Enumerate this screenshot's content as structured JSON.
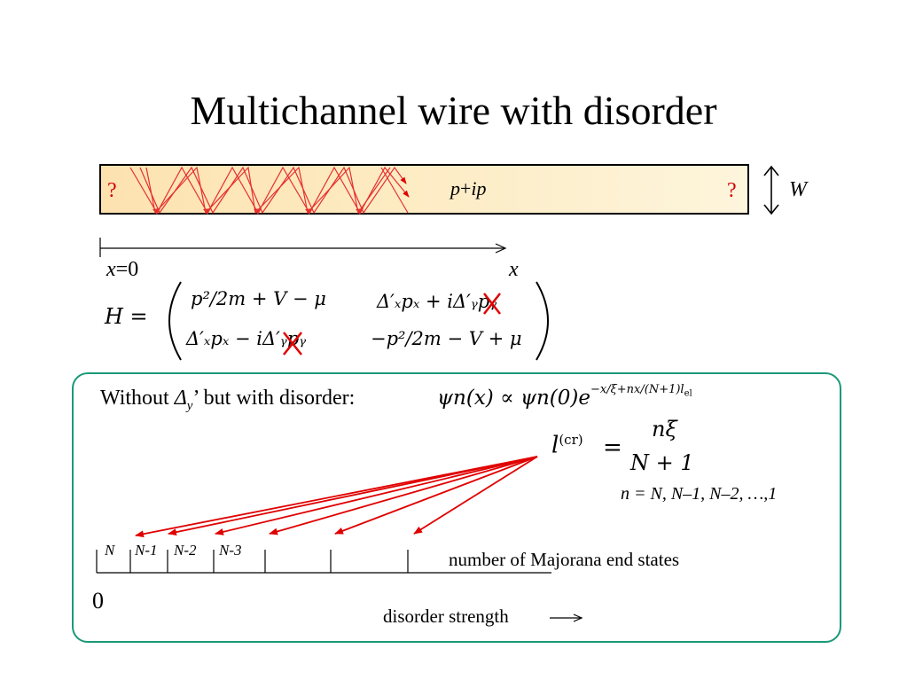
{
  "title": "Multichannel wire with disorder",
  "wire": {
    "left_mark": "?",
    "right_mark": "?",
    "label_p": "p",
    "label_plus": "+",
    "label_ip": "ip",
    "width_label": "W"
  },
  "axis": {
    "origin_var": "x",
    "origin_eq": "=0",
    "end_label": "x"
  },
  "hamiltonian": {
    "lhs": "H =",
    "m11": "p²/2m + V − μ",
    "m12": "Δ′ₓpₓ + iΔ′ᵧpᵧ",
    "m21": "Δ′ₓpₓ − iΔ′ᵧpᵧ",
    "m22": "−p²/2m − V + μ"
  },
  "panel": {
    "intro_prefix": "Without ",
    "intro_delta": "Δ",
    "intro_sub": "y",
    "intro_suffix": "’ but with disorder:",
    "psi_formula": "ψn(x) ∝ ψn(0)e",
    "psi_exponent": "−x/ξ+nx/(N+1)l",
    "psi_exp_sub": "el",
    "lcr_lhs": "l",
    "lcr_sup": "(cr)",
    "lcr_eq": "=",
    "lcr_num": "nξ",
    "lcr_den": "N + 1",
    "n_range": "n = N, N–1, N–2, …,1",
    "tick_labels": [
      "N",
      "N-1",
      "N-2",
      "N-3"
    ],
    "count_label": "number of Majorana end states",
    "zero_label": "0",
    "xaxis_label": "disorder strength"
  },
  "colors": {
    "arrow": "#e00000",
    "box_border": "#1a9977",
    "wire_fill": "#fde2b0"
  }
}
